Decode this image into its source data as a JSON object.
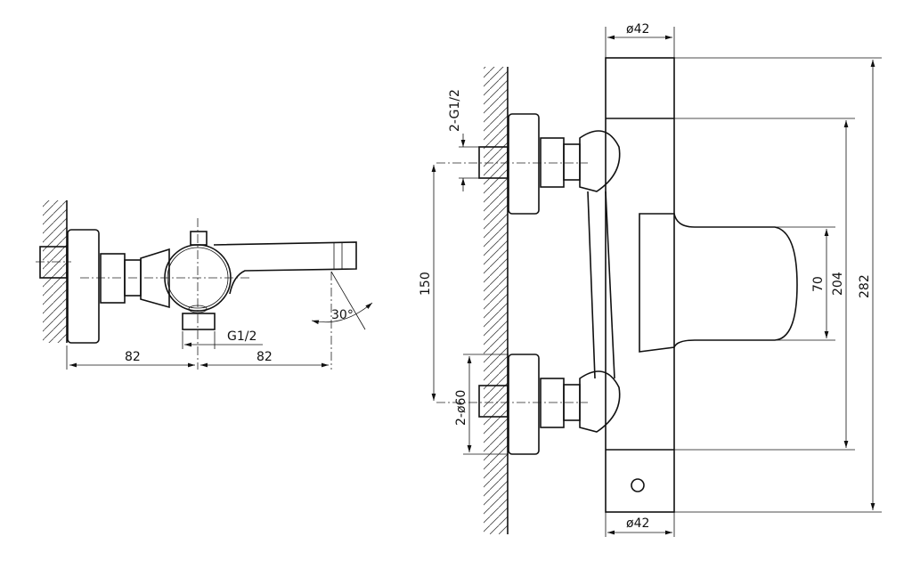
{
  "side_view": {
    "dim_left": "82",
    "dim_right": "82",
    "thread": "G1/2",
    "angle": "30°"
  },
  "front_view": {
    "top_diameter": "ø42",
    "bottom_diameter": "ø42",
    "inlet_thread": "2-G1/2",
    "inlet_spacing": "150",
    "flange_diameter": "2-ø60",
    "spout_height": "70",
    "body_height": "204",
    "overall_height": "282"
  }
}
